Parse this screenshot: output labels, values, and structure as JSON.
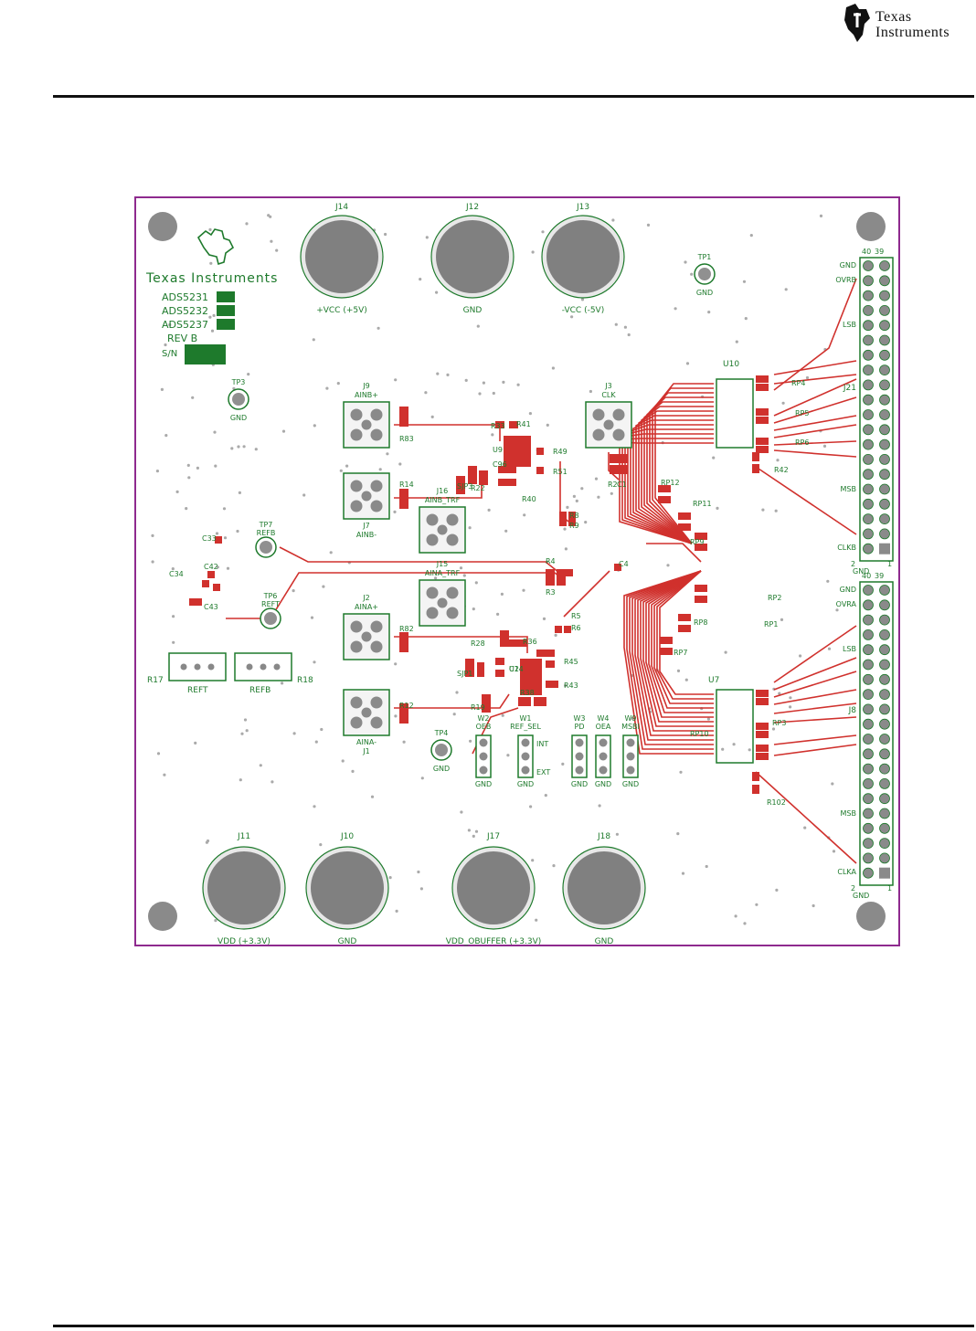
{
  "header": {
    "logo_line1": "Texas",
    "logo_line2": "Instruments"
  },
  "colors": {
    "outline": "#8e2a8e",
    "silk": "#1e7a2c",
    "copper": "#d0312d",
    "pad": "#e4e4e4",
    "hole": "#808080"
  },
  "board": {
    "brand": "Texas Instruments",
    "parts": [
      "ADS5231",
      "ADS5232",
      "ADS5237"
    ],
    "rev": "REV B",
    "sn": "S/N",
    "power_connectors": [
      {
        "ref": "J14",
        "label": "+VCC (+5V)"
      },
      {
        "ref": "J12",
        "label": "GND"
      },
      {
        "ref": "J13",
        "label": "-VCC (-5V)"
      },
      {
        "ref": "J11",
        "label": "VDD (+3.3V)"
      },
      {
        "ref": "J10",
        "label": "GND"
      },
      {
        "ref": "J17",
        "label": "VDD_OBUFFER (+3.3V)"
      },
      {
        "ref": "J18",
        "label": "GND"
      }
    ],
    "test_points": [
      {
        "ref": "TP1",
        "label": "GND"
      },
      {
        "ref": "TP3",
        "label": "GND"
      },
      {
        "ref": "TP4",
        "label": "GND"
      },
      {
        "ref": "TP7",
        "label": "REFB"
      },
      {
        "ref": "TP6",
        "label": "REFT"
      }
    ],
    "sma": [
      {
        "ref": "J9",
        "label": "AINB+"
      },
      {
        "ref": "J7",
        "label": "AINB-"
      },
      {
        "ref": "J3",
        "label": "CLK"
      },
      {
        "ref": "J16",
        "label": "AINB_TRF"
      },
      {
        "ref": "J15",
        "label": "AINA_TRF"
      },
      {
        "ref": "J2",
        "label": "AINA+"
      },
      {
        "ref": "J1",
        "label": "AINA-"
      }
    ],
    "headers": {
      "top": {
        "ref": "J21",
        "pin_hi": "40",
        "pin_hi2": "39",
        "pin_lo": "2",
        "pin_lo1": "1",
        "labels": [
          "GND",
          "OVRB",
          "LSB",
          "MSB",
          "CLKB"
        ],
        "gnd_bottom": "GND"
      },
      "bottom": {
        "ref": "J8",
        "pin_hi": "40",
        "pin_hi2": "39",
        "pin_lo": "2",
        "pin_lo1": "1",
        "labels": [
          "GND",
          "OVRA",
          "LSB",
          "MSB",
          "CLKA"
        ],
        "gnd_bottom": "GND"
      }
    },
    "jumpers": [
      {
        "ref": "W2",
        "top": "OEB",
        "bottom": "GND"
      },
      {
        "ref": "W1",
        "top": "REF_SEL",
        "mid": "INT",
        "bottom2": "EXT",
        "bottom": "GND"
      },
      {
        "ref": "W3",
        "top": "PD",
        "bottom": "GND"
      },
      {
        "ref": "W4",
        "top": "OEA",
        "bottom": "GND"
      },
      {
        "ref": "W9",
        "top": "MSBI",
        "bottom": "GND"
      }
    ],
    "pots": [
      {
        "ref": "R17",
        "label": "REFT"
      },
      {
        "ref": "R18",
        "label": "REFB"
      }
    ],
    "refs": [
      "U10",
      "U7",
      "U9",
      "U2",
      "RP1",
      "RP2",
      "RP3",
      "RP4",
      "RP5",
      "RP6",
      "RP7",
      "RP8",
      "RP9",
      "RP10",
      "RP11",
      "RP12",
      "R83",
      "R14",
      "R82",
      "R12",
      "R33",
      "R41",
      "R49",
      "R51",
      "R40",
      "R22",
      "R8",
      "R9",
      "R4",
      "R3",
      "R5",
      "R6",
      "R28",
      "R36",
      "R45",
      "R43",
      "R19",
      "R38",
      "R2",
      "R42",
      "R102",
      "C33",
      "C34",
      "C42",
      "C43",
      "C4",
      "C1",
      "C96",
      "C14",
      "SJP3",
      "SJP1"
    ]
  }
}
